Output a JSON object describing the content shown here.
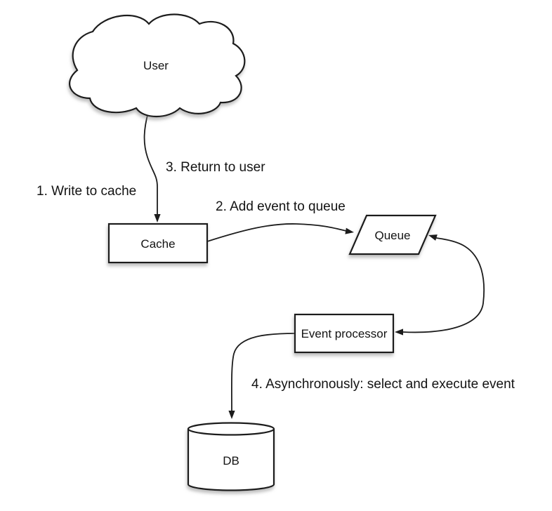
{
  "diagram": {
    "nodes": {
      "user": "User",
      "cache": "Cache",
      "queue": "Queue",
      "event_processor": "Event processor",
      "db": "DB"
    },
    "steps": {
      "step1": "1. Write to cache",
      "step2": "2. Add event to queue",
      "step3": "3. Return to user",
      "step4": "4. Asynchronously: select and execute event"
    },
    "colors": {
      "background": "#ffffff",
      "shape_fill": "#ffffff",
      "stroke": "#1c1c1c",
      "text": "#131313"
    }
  }
}
